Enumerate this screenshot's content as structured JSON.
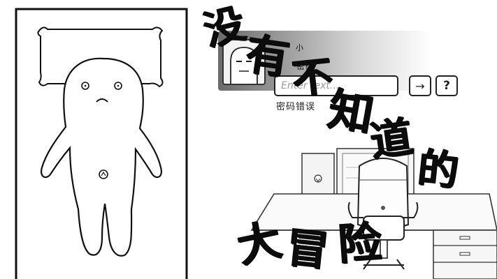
{
  "login": {
    "user_label": "小",
    "password_label": "密码",
    "password_placeholder": "Enter text...",
    "go_button_label": "→",
    "help_button_label": "?",
    "error_message": "密码错误"
  },
  "title": {
    "chars": [
      "没",
      "有",
      "不",
      "知",
      "道",
      "的",
      "大",
      "冒",
      "险"
    ]
  },
  "colors": {
    "line": "#111111",
    "paper": "#ffffff",
    "panel_dark": "#6b6b6b"
  }
}
